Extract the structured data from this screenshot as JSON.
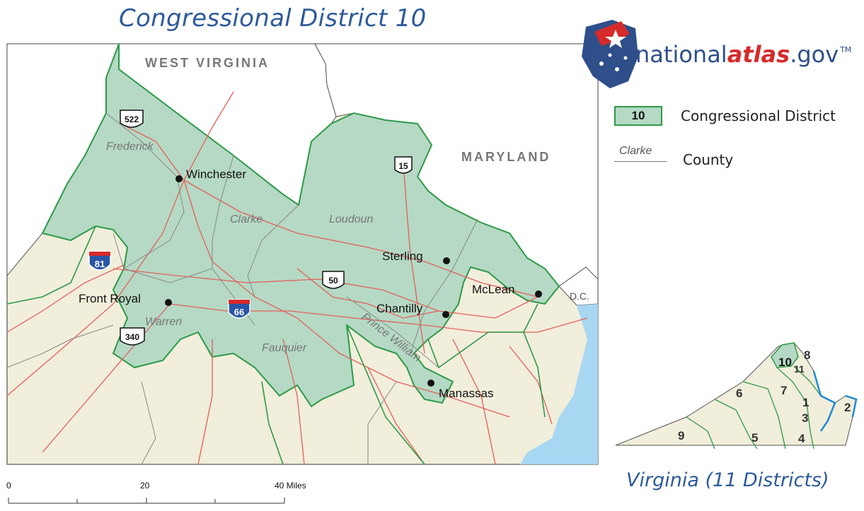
{
  "title": "Congressional District 10",
  "logo": {
    "prefix": "national",
    "emphasis": "atlas",
    "suffix": ".gov",
    "tm": "TM"
  },
  "legend": {
    "district_badge": "10",
    "district_label": "Congressional District",
    "county_sample": "Clarke",
    "county_label": "County"
  },
  "map": {
    "states": [
      "WEST VIRGINIA",
      "MARYLAND",
      "D.C."
    ],
    "cities": [
      "Winchester",
      "Front Royal",
      "Sterling",
      "McLean",
      "Chantilly",
      "Manassas"
    ],
    "counties": [
      "Frederick",
      "Clarke",
      "Loudoun",
      "Warren",
      "Fauquier",
      "Prince William"
    ],
    "highways": [
      "522",
      "15",
      "81",
      "50",
      "66",
      "340"
    ],
    "colors": {
      "district": "#b5d9c4",
      "land": "#f1eedb",
      "water": "#a8d7f2",
      "road": "#e3605a",
      "district_border": "#2c9a48"
    }
  },
  "scale": {
    "labels": [
      "0",
      "20",
      "40 Miles"
    ]
  },
  "inset": {
    "title": "Virginia (11 Districts)",
    "districts": [
      "10",
      "8",
      "11",
      "6",
      "7",
      "1",
      "2",
      "3",
      "9",
      "5",
      "4"
    ]
  }
}
